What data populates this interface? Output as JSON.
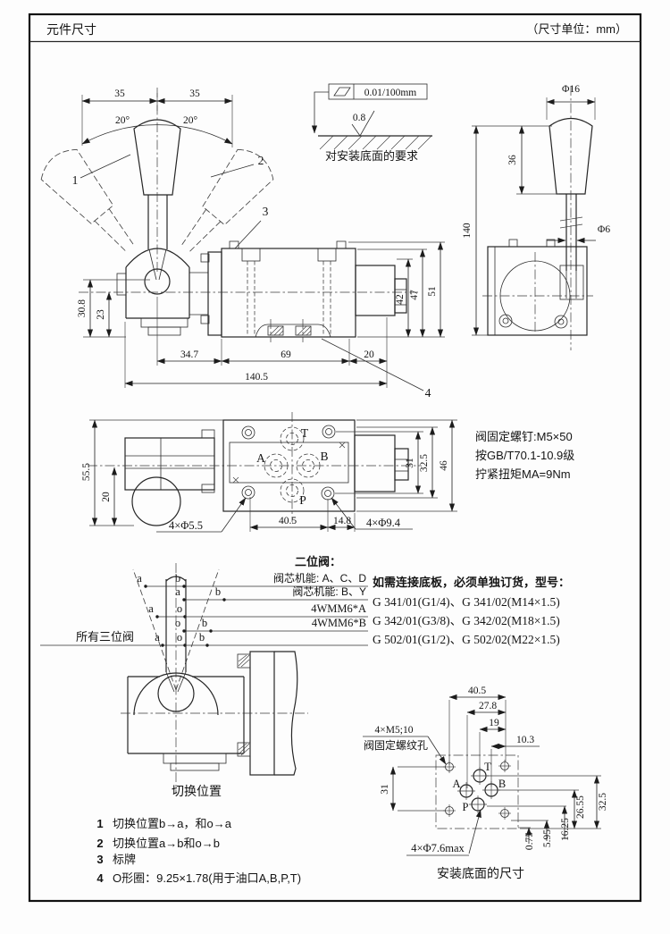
{
  "header": {
    "title": "元件尺寸",
    "unit": "（尺寸单位：mm）"
  },
  "fan": {
    "d35l": "35",
    "d35r": "35",
    "a20l": "20°",
    "a20r": "20°",
    "c1": "1",
    "c2": "2",
    "c3": "3"
  },
  "surface": {
    "flat": "0.01/100mm",
    "rough": "0.8",
    "caption": "对安装底面的要求"
  },
  "handle": {
    "d16": "Φ16",
    "h36": "36",
    "h140": "140",
    "d6": "Φ6"
  },
  "side": {
    "v308": "30.8",
    "v23": "23",
    "w347": "34.7",
    "w69": "69",
    "w20": "20",
    "w1405": "140.5",
    "v42": "42",
    "v47": "47",
    "v51": "51",
    "c4": "4"
  },
  "top": {
    "v555": "55.5",
    "v20": "20",
    "w405": "40.5",
    "w148": "14.8",
    "v31": "31",
    "v325": "32.5",
    "v46": "46",
    "holes_s": "4×Φ5.5",
    "holes_b": "4×Φ9.4",
    "pa": "A",
    "pb": "B",
    "pp": "P",
    "pt": "T"
  },
  "screw": {
    "l1": "阀固定螺钉:M5×50",
    "l2": "按GB/T70.1-10.9级",
    "l3": "拧紧扭矩MA=9Nm"
  },
  "twopos": {
    "title": "二位阀：",
    "r1a": "a",
    "r1b": "b",
    "r1label": "阀芯机能: A、C、D",
    "r2a": "a",
    "r2b": "b",
    "r2label": "阀芯机能: B、Y",
    "r3a": "a",
    "r3o": "o",
    "r3label": "4WMM6*A",
    "r4o": "o",
    "r4b": "b",
    "r4label": "4WMM6*B",
    "r5label": "所有三位阀",
    "r5a": "a",
    "r5o": "o",
    "r5b": "b",
    "caption": "切换位置"
  },
  "order": {
    "head": "如需连接底板，必须单独订货，型号：",
    "l1": "G 341/01(G1/4)、G 341/02(M14×1.5)",
    "l2": "G 342/01(G3/8)、G 342/02(M18×1.5)",
    "l3": "G 502/01(G1/2)、G 502/02(M22×1.5)"
  },
  "mount": {
    "w405": "40.5",
    "w278": "27.8",
    "w19": "19",
    "w103": "10.3",
    "t1": "4×M5;10",
    "t2": "阀固定螺纹孔",
    "v31": "31",
    "v2655": "26.55",
    "v325": "32.5",
    "b075": "0.75",
    "b595": "5.95",
    "b1625": "16.25",
    "holes": "4×Φ7.6max",
    "pt": "T",
    "pa": "A",
    "pb": "B",
    "pp": "P",
    "caption": "安装底面的尺寸"
  },
  "notes": {
    "n1": "1",
    "t1": "切换位置b→a，和o→a",
    "n2": "2",
    "t2": "切换位置a→b和o→b",
    "n3": "3",
    "t3": "标牌",
    "n4": "4",
    "t4": "O形圈：9.25×1.78(用于油口A,B,P,T)"
  }
}
